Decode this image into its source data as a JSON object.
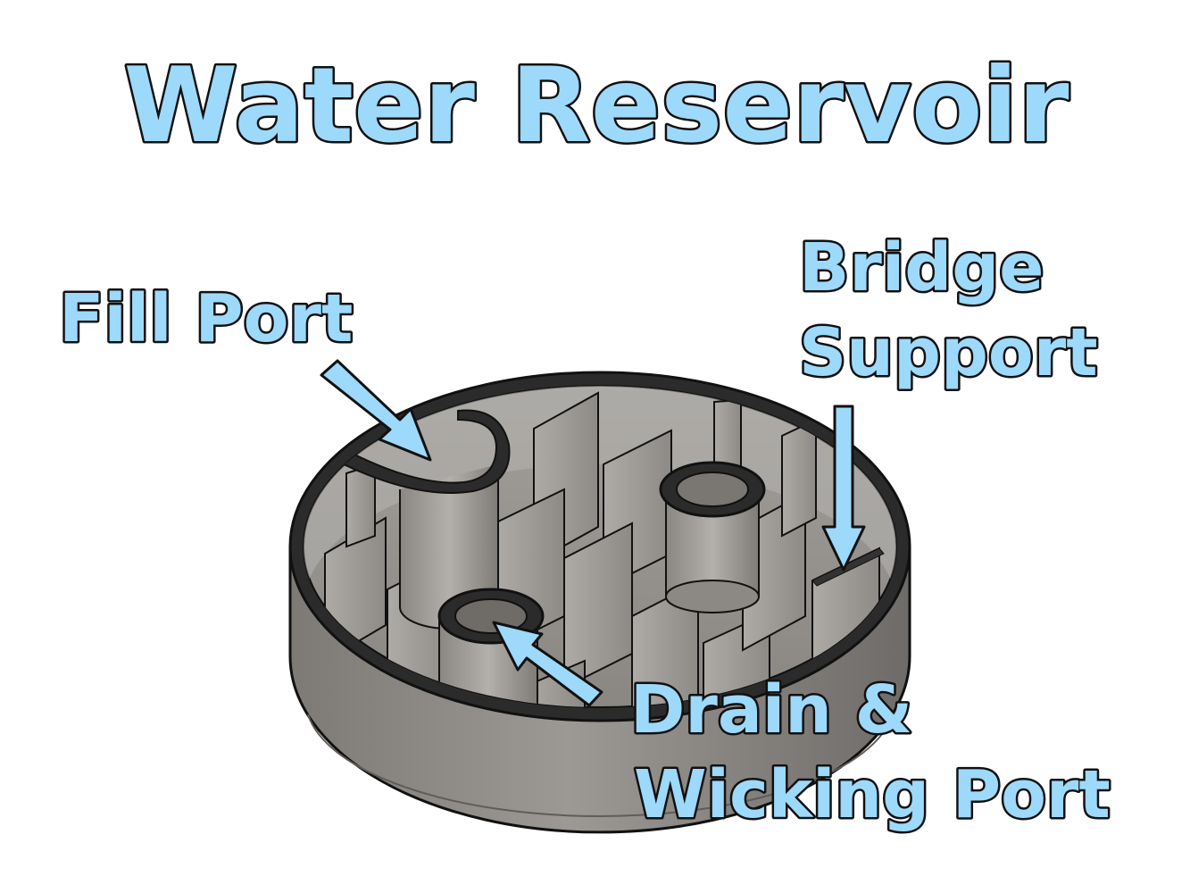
{
  "title": "Water Reservoir",
  "labels": {
    "fill_port": "Fill Port",
    "bridge_support_line1": "Bridge",
    "bridge_support_line2": "Support",
    "drain_line1": "Drain &",
    "drain_line2": "Wicking Port"
  },
  "colors": {
    "label_fill": "#9dd9fa",
    "outline": "#111111",
    "body_gray": "#8f8c88",
    "rim_dark": "#2b2b2b"
  }
}
